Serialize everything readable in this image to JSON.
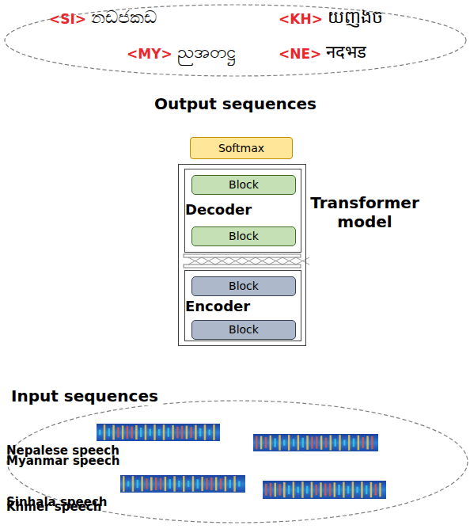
{
  "diagram": {
    "nodes": [
      {
        "text": [
          "<SI>",
          "නඩජකඩ",
          "<KH>",
          "យញងច",
          "<MY>",
          "ညအတဋ္ဌ",
          "<NE>",
          "नदभड",
          "Output sequences"
        ]
      },
      {
        "text": [
          "Softmax"
        ]
      },
      {
        "text": [
          "Transformer model"
        ]
      },
      {
        "text": [
          "Decoder"
        ],
        "in": 2
      },
      {
        "text": [
          "Block"
        ],
        "in": 3
      },
      {
        "text": [
          "Block"
        ],
        "in": 3
      },
      {
        "text": [
          "Encoder"
        ],
        "in": 2
      },
      {
        "text": [
          "Block"
        ],
        "in": 6
      },
      {
        "text": [
          "Block"
        ],
        "in": 6
      },
      {
        "text": [
          "Input sequences",
          "Nepalese speech",
          "Myanmar speech",
          "Sinhala speech",
          "Khmer speech"
        ]
      }
    ],
    "edges": [
      {
        "from": 1,
        "to": 0,
        "arrow": "to"
      },
      {
        "from": 9,
        "to": 2,
        "arrow": "to"
      }
    ]
  }
}
